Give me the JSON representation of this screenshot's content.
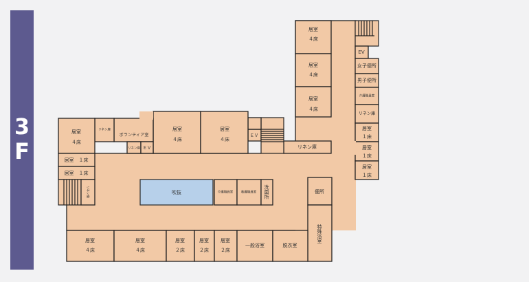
{
  "floor": {
    "label_top": "3",
    "label_bottom": "F"
  },
  "rooms": {
    "east_top_1": {
      "l1": "居室",
      "l2": "４床"
    },
    "east_top_2": {
      "l1": "居室",
      "l2": "４床"
    },
    "east_top_3": {
      "l1": "居室",
      "l2": "４床"
    },
    "ev_east": "EV",
    "womens_wc": "女子便所",
    "mens_wc": "男子便所",
    "care_staff_east": "介護職員室",
    "linen_east": "リネン庫",
    "east_1bed_1": {
      "l1": "居室",
      "l2": "１床"
    },
    "east_1bed_2": {
      "l1": "居室",
      "l2": "１床"
    },
    "east_1bed_3": {
      "l1": "居室",
      "l2": "１床"
    },
    "linen_mid": "リネン庫",
    "ev_mid": "ＥＶ",
    "west_4bed": {
      "l1": "居室",
      "l2": "４床"
    },
    "linen_small": "リネン庫",
    "volunteer": "ボランティア室",
    "small_label": "リネン庫",
    "ev_west": "ＥＶ",
    "center_4bed_1": {
      "l1": "居室",
      "l2": "４床"
    },
    "center_4bed_2": {
      "l1": "居室",
      "l2": "４床"
    },
    "west_1bed_1": "居室　１床",
    "west_1bed_2": "居室　１床",
    "linen_vertical": "リネン庫",
    "atrium": "吹抜",
    "care_staff_mid": "介護職員室",
    "nurse_staff": "看護職員室",
    "washroom": "洗面所",
    "toilet_se": "便所",
    "special_bath": "特殊浴室",
    "south_4bed_1": {
      "l1": "居室",
      "l2": "４床"
    },
    "south_4bed_2": {
      "l1": "居室",
      "l2": "４床"
    },
    "south_2bed_1": {
      "l1": "居室",
      "l2": "２床"
    },
    "south_2bed_2": {
      "l1": "居室",
      "l2": "２床"
    },
    "south_2bed_3": {
      "l1": "居室",
      "l2": "２床"
    },
    "general_bath": "一般浴室",
    "dressing": "脱衣室"
  }
}
